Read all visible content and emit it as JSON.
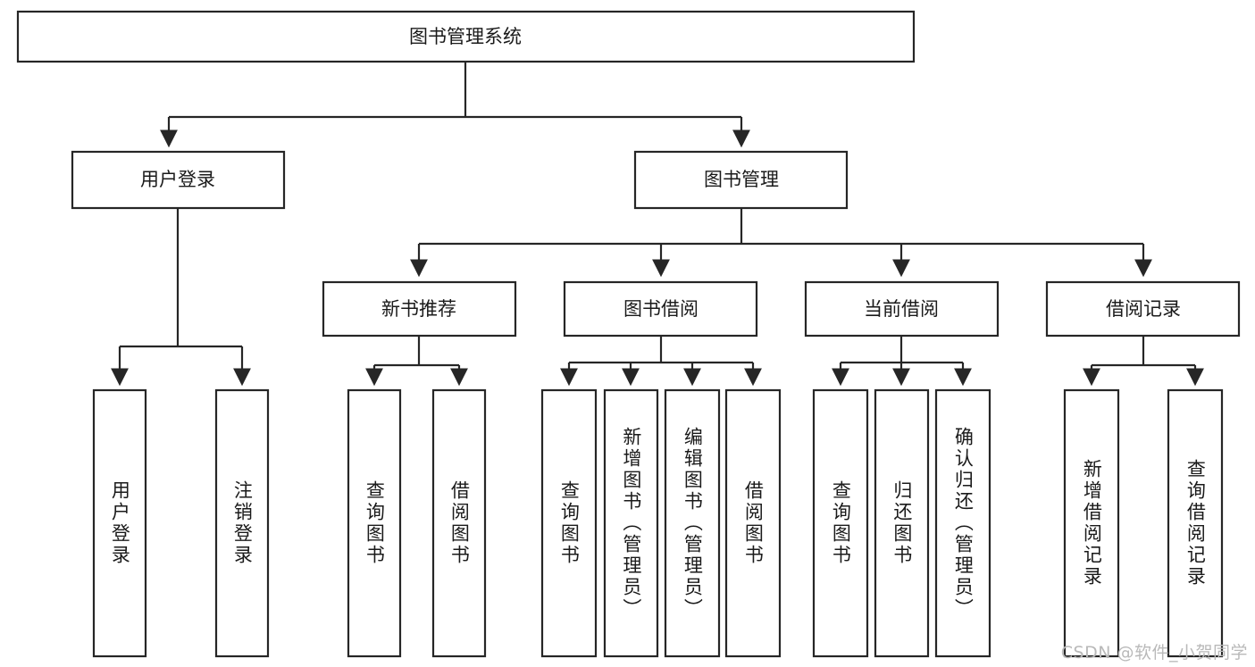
{
  "diagram": {
    "type": "tree",
    "title": "图书管理系统",
    "watermark": "CSDN @软件_小贺同学",
    "colors": {
      "box_stroke": "#262626",
      "box_fill": "#ffffff",
      "text": "#1a1a1a",
      "watermark": "#b9b9b9",
      "background": "#ffffff"
    },
    "root": {
      "label": "图书管理系统"
    },
    "level2": [
      {
        "label": "用户登录"
      },
      {
        "label": "图书管理"
      }
    ],
    "level3": [
      {
        "label": "新书推荐"
      },
      {
        "label": "图书借阅"
      },
      {
        "label": "当前借阅"
      },
      {
        "label": "借阅记录"
      }
    ],
    "leaves": {
      "user_login": [
        {
          "label": "用户登录"
        },
        {
          "label": "注销登录"
        }
      ],
      "new_book_recommend": [
        {
          "label": "查询图书"
        },
        {
          "label": "借阅图书"
        }
      ],
      "book_borrow": [
        {
          "label": "查询图书"
        },
        {
          "label": "新增图书（管理员）"
        },
        {
          "label": "编辑图书（管理员）"
        },
        {
          "label": "借阅图书"
        }
      ],
      "current_borrow": [
        {
          "label": "查询图书"
        },
        {
          "label": "归还图书"
        },
        {
          "label": "确认归还（管理员）"
        }
      ],
      "borrow_record": [
        {
          "label": "新增借阅记录"
        },
        {
          "label": "查询借阅记录"
        }
      ]
    }
  }
}
